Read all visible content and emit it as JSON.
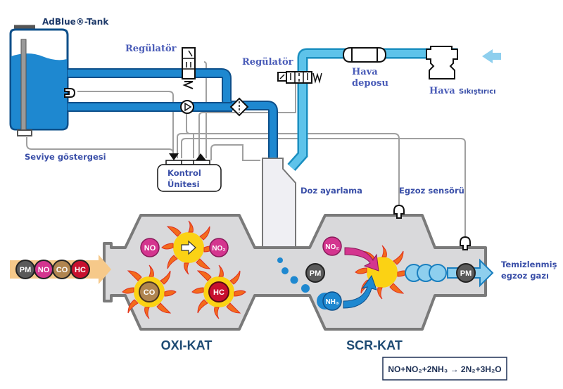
{
  "title": "AdBlue SCR sistemi şeması",
  "labels": {
    "tank": "AdBlue®-Tank",
    "level_sensor": "Seviye göstergesi",
    "regulator_1": "Regülatör",
    "regulator_2": "Regülatör",
    "air_tank_line1": "Hava",
    "air_tank_line2": "deposu",
    "compressor_word1": "Hava",
    "compressor_word2": "Sıkıştırıcı",
    "control_unit_line1": "Kontrol",
    "control_unit_line2": "Ünitesi",
    "dosing": "Doz ayarlama",
    "exhaust_sensor": "Egzoz sensörü",
    "clean_exhaust_line1": "Temizlenmiş",
    "clean_exhaust_line2": "egzoz gazı",
    "oxi_kat": "OXI-KAT",
    "scr_kat": "SCR-KAT"
  },
  "inlet_molecules": [
    {
      "label": "PM",
      "color": "#5a5a5a"
    },
    {
      "label": "NO",
      "color": "#d4358f"
    },
    {
      "label": "CO",
      "color": "#b08550"
    },
    {
      "label": "HC",
      "color": "#c8102e"
    }
  ],
  "oxi_molecules": {
    "no": "NO",
    "no2": "NO₂",
    "co": "CO",
    "hc": "HC"
  },
  "scr_molecules": {
    "no2": "NO₂",
    "pm": "PM",
    "nh3": "NH₃",
    "pm_out": "PM"
  },
  "equation": {
    "text": "NO+NO₂+2NH₃ → 2N₂+3H₂O"
  },
  "colors": {
    "adblue": "#1e88d0",
    "air": "#5ec3ea",
    "pipe_dark": "#0d4f8a",
    "catalyst_fill": "#d9d9db",
    "catalyst_stroke": "#7a7a7a",
    "label_blue": "#3a4fa8"
  }
}
